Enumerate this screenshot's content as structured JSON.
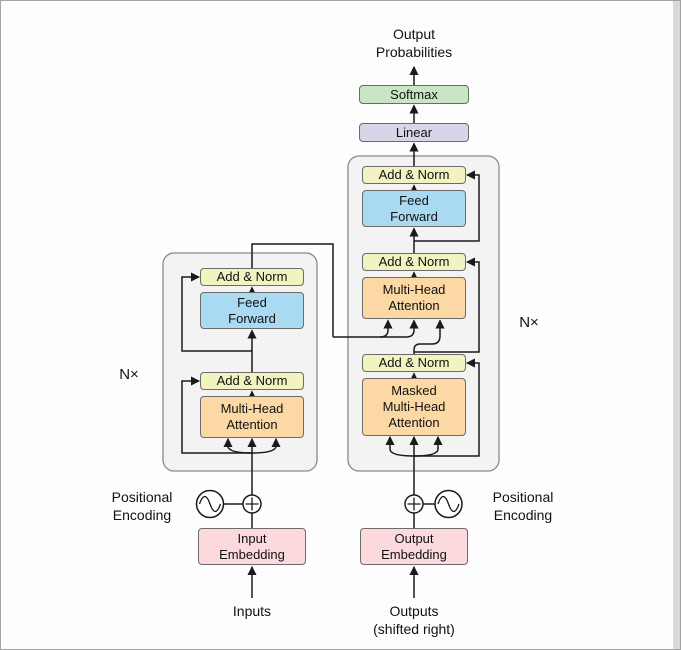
{
  "figure": {
    "output_head": {
      "probabilities_label": "Output\nProbabilities",
      "softmax_label": "Softmax",
      "linear_label": "Linear"
    },
    "encoder": {
      "repeat_label": "N×",
      "add_norm_top_label": "Add & Norm",
      "feed_forward_label": "Feed\nForward",
      "add_norm_bottom_label": "Add & Norm",
      "attention_label": "Multi-Head\nAttention",
      "embedding_label": "Input\nEmbedding",
      "positional_label": "Positional\nEncoding",
      "input_label": "Inputs"
    },
    "decoder": {
      "repeat_label": "N×",
      "add_norm_top_label": "Add & Norm",
      "feed_forward_label": "Feed\nForward",
      "add_norm_mid_label": "Add & Norm",
      "cross_attention_label": "Multi-Head\nAttention",
      "add_norm_bottom_label": "Add & Norm",
      "masked_attention_label": "Masked\nMulti-Head\nAttention",
      "embedding_label": "Output\nEmbedding",
      "positional_label": "Positional\nEncoding",
      "output_label": "Outputs\n(shifted right)"
    }
  },
  "colors": {
    "add_norm": "#f1f3c1",
    "feed_forward": "#a9daf2",
    "attention": "#fcd9a4",
    "softmax": "#c8e6c3",
    "linear": "#d6d6e8",
    "embedding": "#fcd9dd",
    "stack_bg": "#f3f3f3",
    "stack_border": "#8a8a8a",
    "wire": "#1a1a1a"
  }
}
